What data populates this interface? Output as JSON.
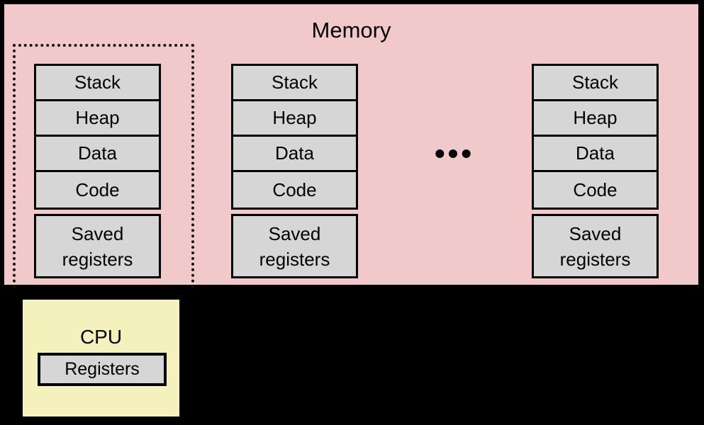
{
  "colors": {
    "background": "#000000",
    "memory_fill": "#f2c9ca",
    "cpu_fill": "#f4f1bd",
    "box_fill": "#d6d6d6",
    "stroke": "#000000"
  },
  "memory": {
    "title": "Memory",
    "ellipsis": "•••",
    "highlight_label": "process-highlight-dotted-outline",
    "processes": [
      {
        "segments": [
          "Stack",
          "Heap",
          "Data",
          "Code"
        ],
        "saved_registers": {
          "line1": "Saved",
          "line2": "registers"
        },
        "highlighted": true
      },
      {
        "segments": [
          "Stack",
          "Heap",
          "Data",
          "Code"
        ],
        "saved_registers": {
          "line1": "Saved",
          "line2": "registers"
        },
        "highlighted": false
      },
      {
        "segments": [
          "Stack",
          "Heap",
          "Data",
          "Code"
        ],
        "saved_registers": {
          "line1": "Saved",
          "line2": "registers"
        },
        "highlighted": false
      }
    ]
  },
  "cpu": {
    "title": "CPU",
    "registers_label": "Registers"
  }
}
